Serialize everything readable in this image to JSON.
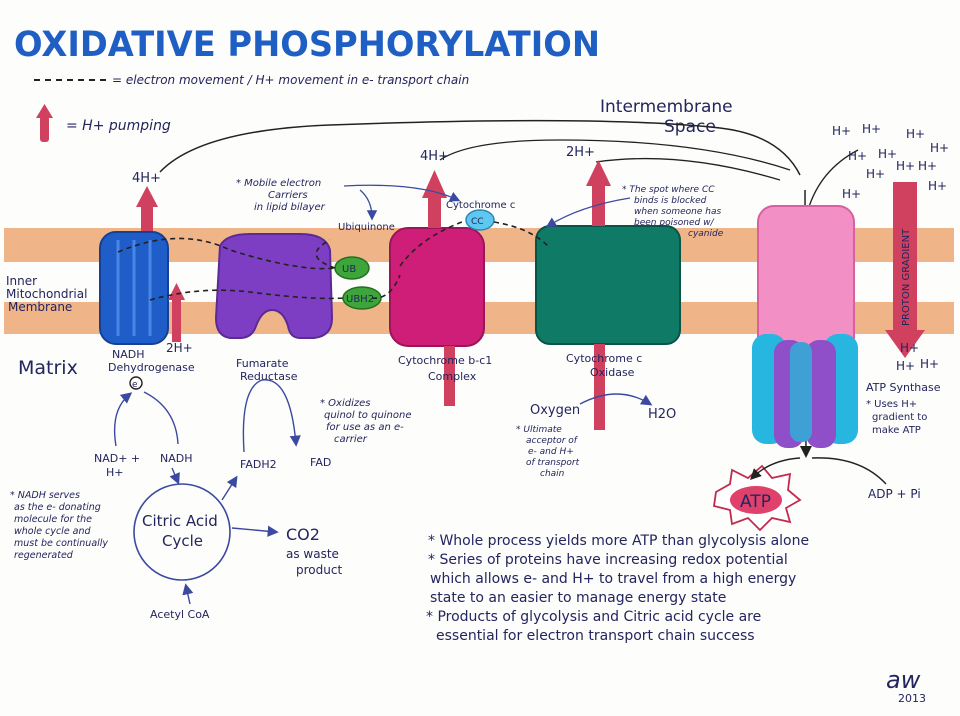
{
  "title": "OXIDATIVE PHOSPHORYLATION",
  "legend": {
    "dashed": "= electron movement / H+ movement in e- transport chain",
    "arrow": "= H+ pumping"
  },
  "labels": {
    "intermembrane": [
      "Intermembrane",
      "Space"
    ],
    "inner_membrane": [
      "Inner",
      "Mitochondrial",
      "Membrane"
    ],
    "matrix": "Matrix",
    "complex1": [
      "NADH",
      "Dehydrogenase"
    ],
    "complex2": [
      "Fumarate",
      "Reductase"
    ],
    "complex3": [
      "Cytochrome b-c1",
      "Complex"
    ],
    "complex4": [
      "Cytochrome c",
      "Oxidase"
    ],
    "atp_synthase": "ATP Synthase",
    "atp_synthase_note": [
      "* Uses H+",
      "gradient to",
      "make ATP"
    ],
    "proton_gradient": "PROTON GRADIENT",
    "ubiquinone": "Ubiquinone",
    "cytochrome_c": "Cytochrome c",
    "ub": "UB",
    "ubh2": "UBH2",
    "cc": "CC",
    "mobile_note": [
      "* Mobile electron",
      "Carriers",
      "in lipid bilayer"
    ],
    "cyanide_note": [
      "* The spot where CC",
      "binds is blocked",
      "when someone has",
      "been poisoned w/",
      "cyanide"
    ],
    "oxidizes_note": [
      "* Oxidizes",
      "quinol to quinone",
      "for use as an e-",
      "carrier"
    ],
    "oxygen": "Oxygen",
    "oxygen_note": [
      "* Ultimate",
      "acceptor of",
      "e- and H+",
      "of transport",
      "chain"
    ],
    "h2o": "H2O",
    "nad": [
      "NAD+ +",
      "H+"
    ],
    "nadh": "NADH",
    "fadh2": "FADH2",
    "fad": "FAD",
    "citric": [
      "Citric Acid",
      "Cycle"
    ],
    "co2": [
      "CO2",
      "as waste",
      "product"
    ],
    "acetyl": "Acetyl CoA",
    "nadh_note": [
      "* NADH serves",
      "as the e- donating",
      "molecule for the",
      "whole cycle and",
      "must be continually",
      "regenerated"
    ],
    "atp": "ATP",
    "adp": "ADP + Pi",
    "h4_1": "4H+",
    "h2_1": "2H+",
    "h4_3": "4H+",
    "h2_4": "2H+",
    "hplus": "H+",
    "e_circle": "e",
    "notes": [
      "* Whole process yields more ATP than glycolysis alone",
      "* Series of proteins have increasing redox potential",
      "which allows e- and H+ to travel from a high energy",
      "state to an easier to manage energy state",
      "* Products of glycolysis and Citric acid cycle are",
      "essential for electron transport chain success"
    ],
    "signature": "aw",
    "year": "2013"
  }
}
